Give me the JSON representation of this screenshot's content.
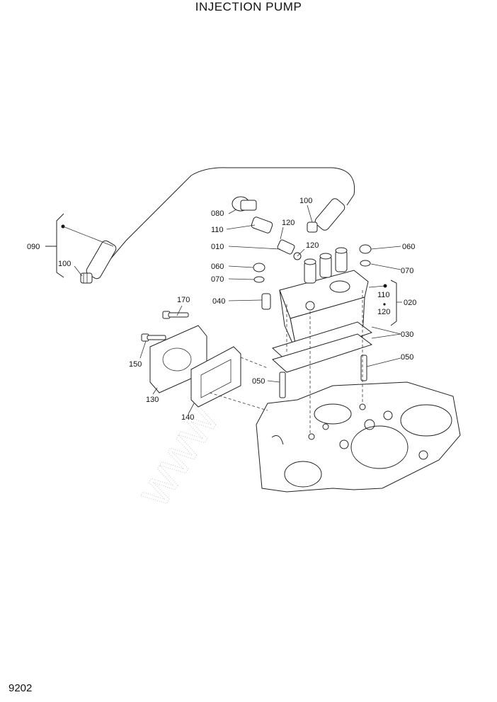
{
  "title": "INJECTION PUMP",
  "page_number": "9202",
  "callouts": {
    "c090": "090",
    "c100_left": "100",
    "c080": "080",
    "c110_top": "110",
    "c120_top": "120",
    "c100_top": "100",
    "c010": "010",
    "c120_mid": "120",
    "c060_left": "060",
    "c070_left": "070",
    "c040": "040",
    "c060_right": "060",
    "c070_right": "070",
    "c110_right": "110",
    "c120_right": "120",
    "c020": "020",
    "c030": "030",
    "c050_right": "050",
    "c050_left": "050",
    "c170": "170",
    "c150": "150",
    "c130": "130",
    "c140": "140"
  }
}
